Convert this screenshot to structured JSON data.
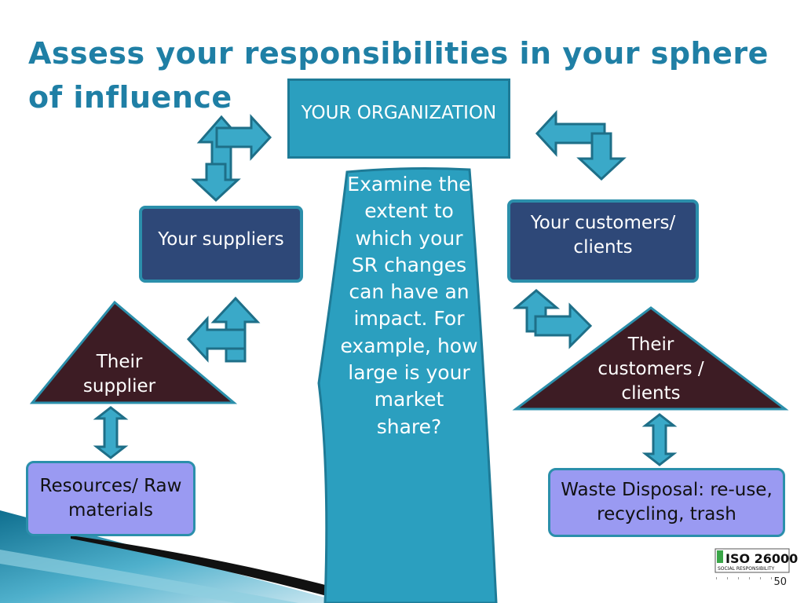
{
  "slide": {
    "title": "Assess your responsibilities in your sphere of influence",
    "page_number": "50"
  },
  "nodes": {
    "organization": "YOUR ORGANIZATION",
    "suppliers": "Your suppliers",
    "customers": "Your customers/ clients",
    "their_supplier": "Their supplier",
    "their_customers": "Their customers / clients",
    "resources": "Resources/ Raw materials",
    "waste": "Waste Disposal:  re-use, recycling, trash"
  },
  "center_note": "Examine the extent to which your SR changes can have an impact. For example, how large is your market share?",
  "logo": {
    "text_main": "ISO 26000",
    "text_sub": "SOCIAL RESPONSIBILITY"
  },
  "colors": {
    "title": "#1f7fa5",
    "teal": "#2b9fbf",
    "dark_blue": "#2e4878",
    "maroon": "#3d1c24",
    "lavender": "#9a9af2"
  },
  "icons": [
    "bent-arrow-icon",
    "double-headed-arrow-icon"
  ]
}
